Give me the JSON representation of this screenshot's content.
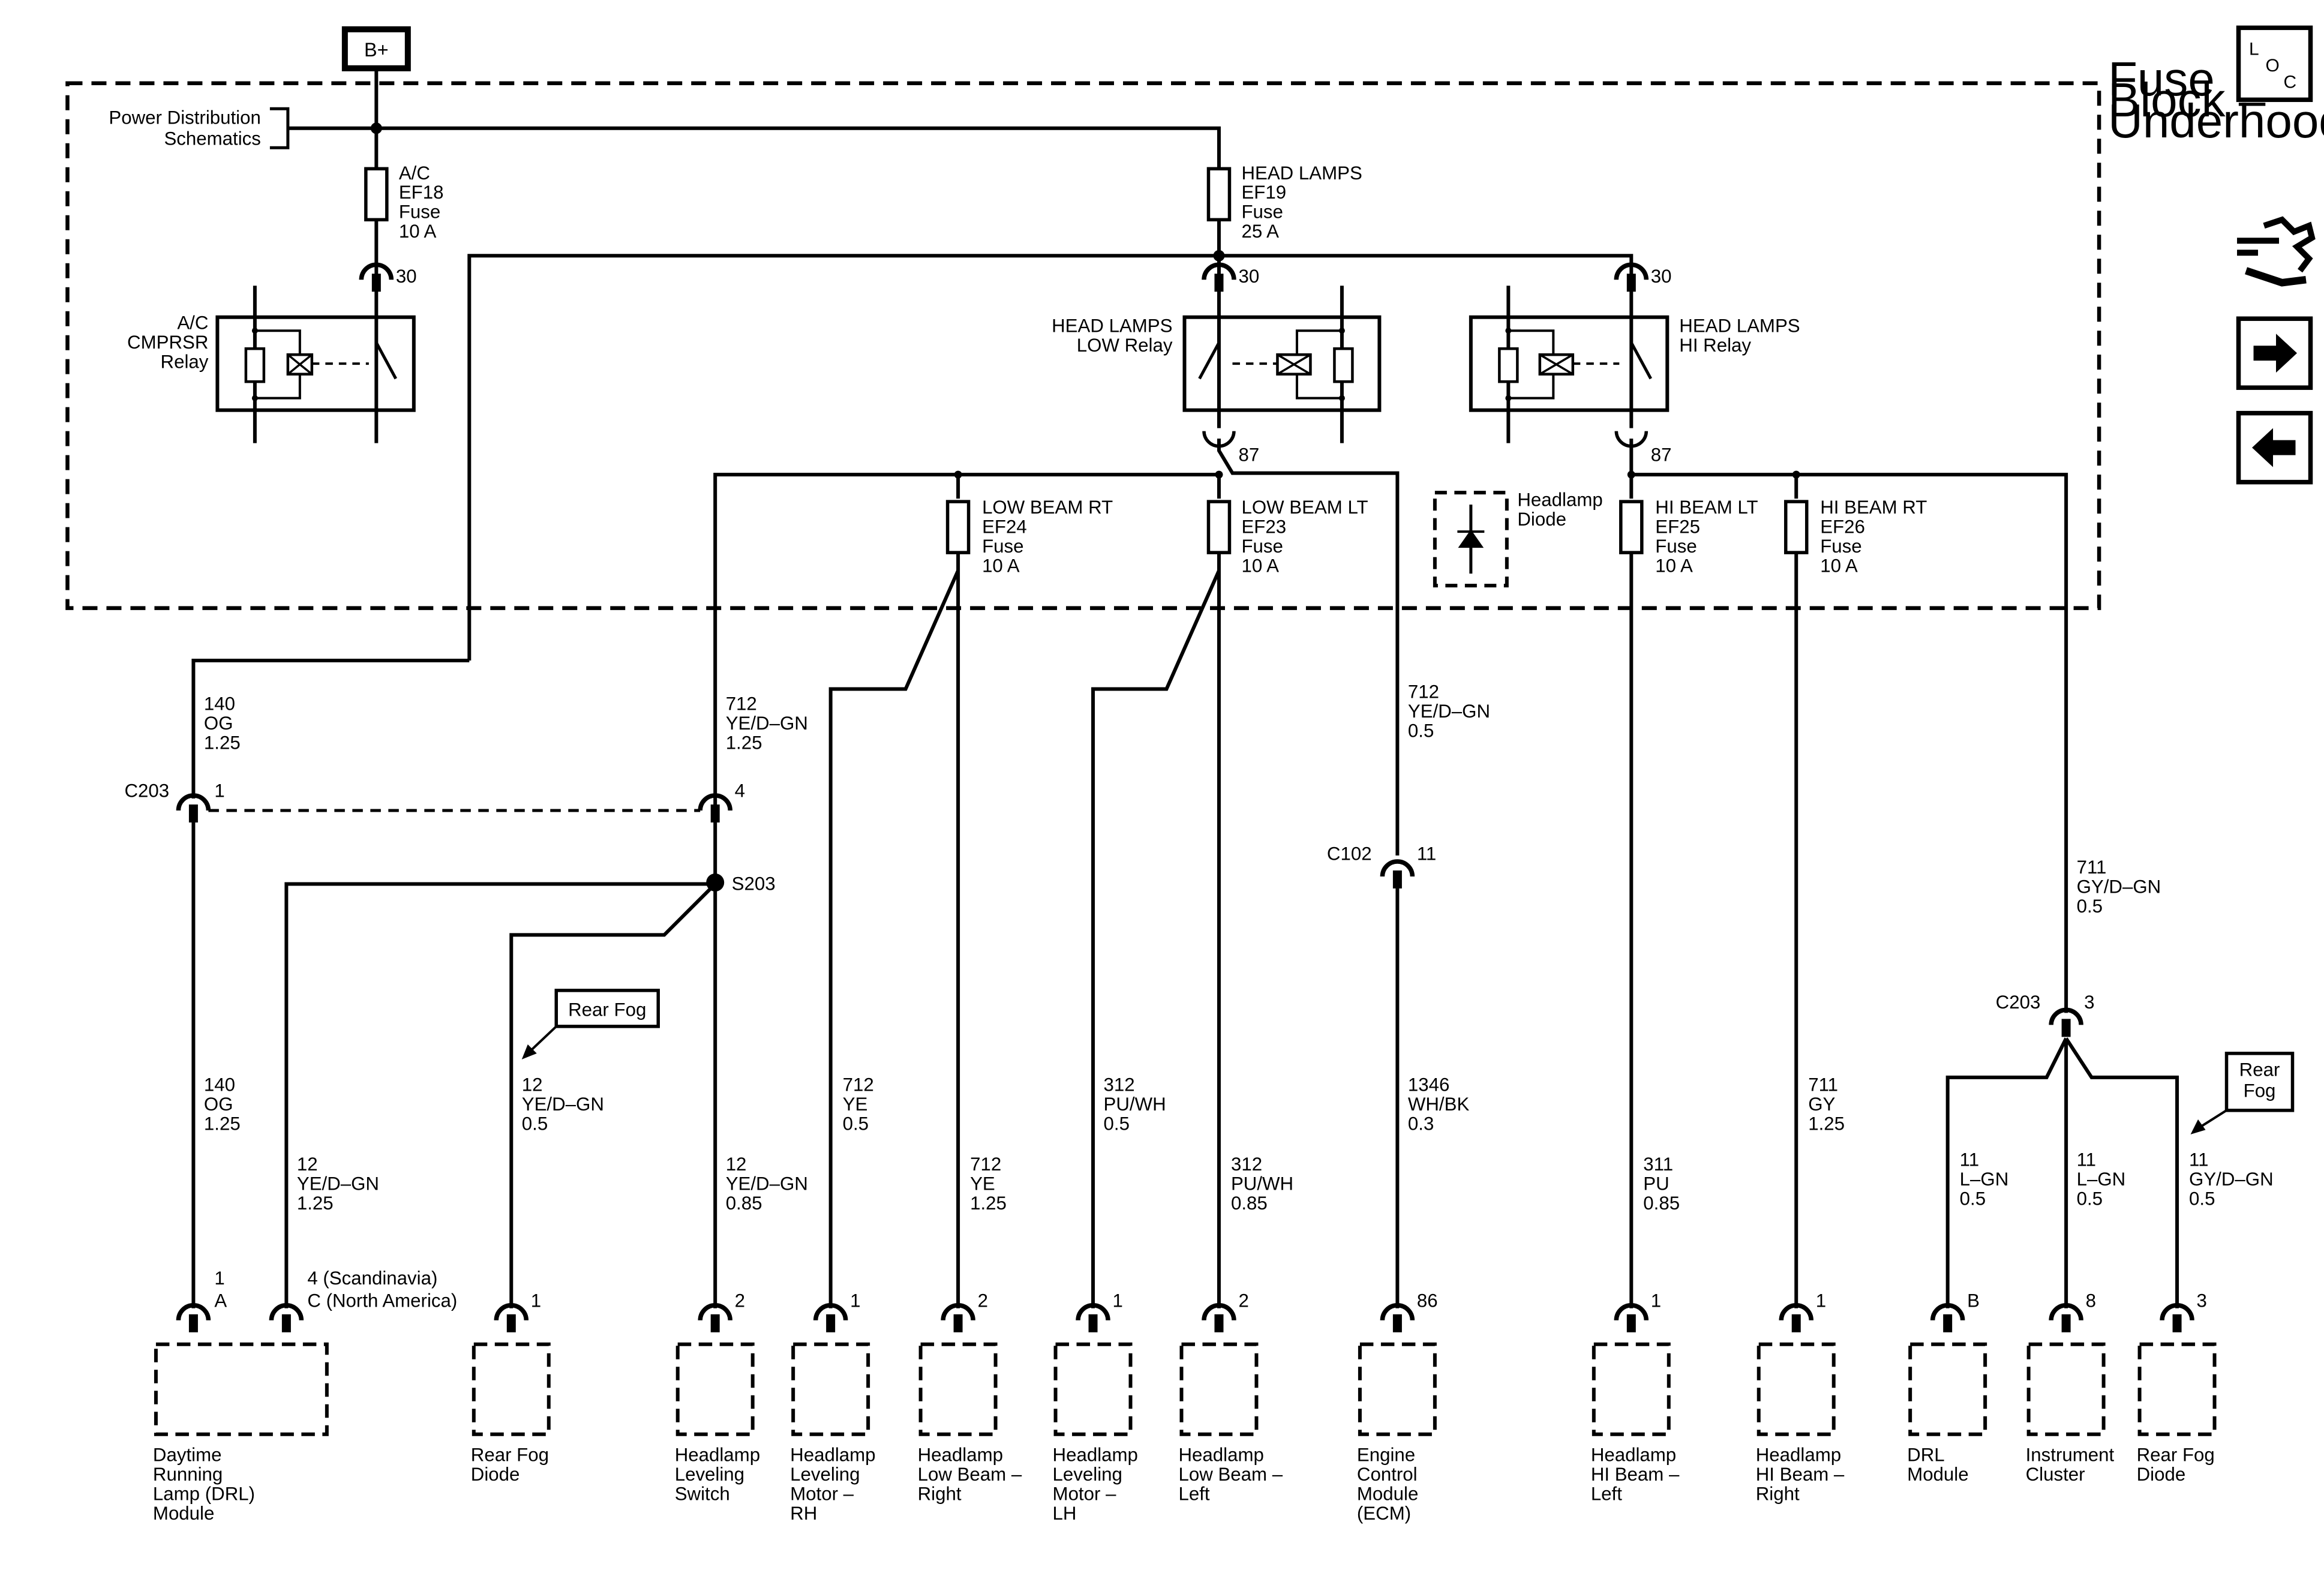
{
  "battery": "B+",
  "loc_icon": {
    "l": "L",
    "o": "O",
    "c": "C"
  },
  "nav_icons": [
    "wiring-harness-icon",
    "arrow-right-icon",
    "arrow-left-icon"
  ],
  "fuse_block": [
    "Fuse",
    "Block –",
    "Underhood"
  ],
  "power_dist": [
    "Power Distribution",
    "Schematics"
  ],
  "fuses": {
    "ac": [
      "A/C",
      "EF18",
      "Fuse",
      "10 A"
    ],
    "head": [
      "HEAD LAMPS",
      "EF19",
      "Fuse",
      "25 A"
    ],
    "low_rt": [
      "LOW BEAM RT",
      "EF24",
      "Fuse",
      "10 A"
    ],
    "low_lt": [
      "LOW BEAM LT",
      "EF23",
      "Fuse",
      "10 A"
    ],
    "hi_lt": [
      "HI BEAM LT",
      "EF25",
      "Fuse",
      "10 A"
    ],
    "hi_rt": [
      "HI BEAM RT",
      "EF26",
      "Fuse",
      "10 A"
    ]
  },
  "relays": {
    "ac": [
      "A/C",
      "CMPRSR",
      "Relay"
    ],
    "low": [
      "HEAD LAMPS",
      "LOW Relay"
    ],
    "hi": [
      "HEAD LAMPS",
      "HI Relay"
    ]
  },
  "relay_pins": {
    "p30": "30",
    "p87": "87"
  },
  "diode": [
    "Headlamp",
    "Diode"
  ],
  "wires": {
    "w140_top": [
      "140",
      "OG",
      "1.25"
    ],
    "w712_top": [
      "712",
      "YE/D–GN",
      "1.25"
    ],
    "w712_mid": [
      "712",
      "YE/D–GN",
      "0.5"
    ],
    "w711_top": [
      "711",
      "GY/D–GN",
      "0.5"
    ],
    "w140_bot": [
      "140",
      "OG",
      "1.25"
    ],
    "w12_drl": [
      "12",
      "YE/D–GN",
      "1.25"
    ],
    "w12_fog": [
      "12",
      "YE/D–GN",
      "0.5"
    ],
    "w12_sw": [
      "12",
      "YE/D–GN",
      "0.85"
    ],
    "w712_rh": [
      "712",
      "YE",
      "0.5"
    ],
    "w712_lbr": [
      "712",
      "YE",
      "1.25"
    ],
    "w312_lh": [
      "312",
      "PU/WH",
      "0.5"
    ],
    "w312_lbl": [
      "312",
      "PU/WH",
      "0.85"
    ],
    "w1346": [
      "1346",
      "WH/BK",
      "0.3"
    ],
    "w311": [
      "311",
      "PU",
      "0.85"
    ],
    "w711_gy": [
      "711",
      "GY",
      "1.25"
    ],
    "w11_drl": [
      "11",
      "L–GN",
      "0.5"
    ],
    "w11_ic": [
      "11",
      "L–GN",
      "0.5"
    ],
    "w11_fog": [
      "11",
      "GY/D–GN",
      "0.5"
    ]
  },
  "connectors": {
    "c203_left": "C203",
    "c203_left_p1": "1",
    "c203_left_p4": "4",
    "s203": "S203",
    "c102": "C102",
    "c102_p": "11",
    "c203_right": "C203",
    "c203_right_p": "3"
  },
  "callouts": {
    "fog_left": "Rear Fog",
    "fog_right": [
      "Rear",
      "Fog"
    ]
  },
  "components": [
    {
      "pins": [
        "1",
        "A"
      ],
      "label": [
        "Daytime",
        "Running",
        "Lamp (DRL)",
        "Module"
      ]
    },
    {
      "pins": [
        "4 (Scandinavia)",
        "C (North America)"
      ]
    },
    {
      "pins": [
        "1"
      ],
      "label": [
        "Rear Fog",
        "Diode"
      ]
    },
    {
      "pins": [
        "2"
      ],
      "label": [
        "Headlamp",
        "Leveling",
        "Switch"
      ]
    },
    {
      "pins": [
        "1"
      ],
      "label": [
        "Headlamp",
        "Leveling",
        "Motor –",
        "RH"
      ]
    },
    {
      "pins": [
        "2"
      ],
      "label": [
        "Headlamp",
        "Low Beam –",
        "Right"
      ]
    },
    {
      "pins": [
        "1"
      ],
      "label": [
        "Headlamp",
        "Leveling",
        "Motor –",
        "LH"
      ]
    },
    {
      "pins": [
        "2"
      ],
      "label": [
        "Headlamp",
        "Low Beam –",
        "Left"
      ]
    },
    {
      "pins": [
        "86"
      ],
      "label": [
        "Engine",
        "Control",
        "Module",
        "(ECM)"
      ]
    },
    {
      "pins": [
        "1"
      ],
      "label": [
        "Headlamp",
        "HI Beam –",
        "Left"
      ]
    },
    {
      "pins": [
        "1"
      ],
      "label": [
        "Headlamp",
        "HI Beam –",
        "Right"
      ]
    },
    {
      "pins": [
        "B"
      ],
      "label": [
        "DRL",
        "Module"
      ]
    },
    {
      "pins": [
        "8"
      ],
      "label": [
        "Instrument",
        "Cluster"
      ]
    },
    {
      "pins": [
        "3"
      ],
      "label": [
        "Rear Fog",
        "Diode"
      ]
    }
  ]
}
